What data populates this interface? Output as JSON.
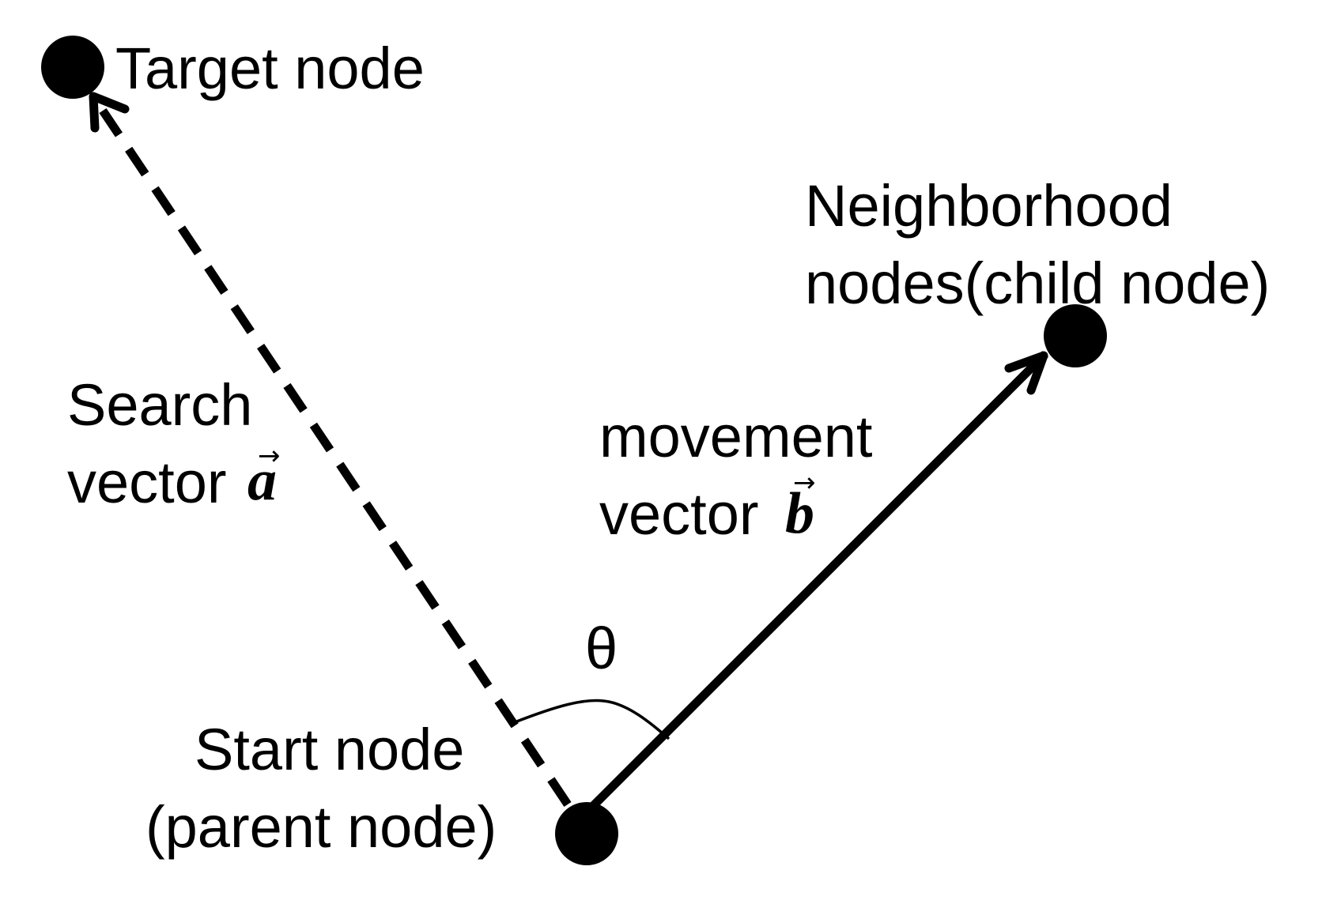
{
  "diagram": {
    "target": {
      "label": "Target node"
    },
    "neighbor": {
      "line1": "Neighborhood",
      "line2": "nodes(child node)"
    },
    "start": {
      "line1": "Start node",
      "line2": "(parent node)"
    },
    "search": {
      "line1": "Search",
      "line2": "vector",
      "symbol": "a"
    },
    "movement": {
      "line1": "movement",
      "line2": "vector",
      "symbol": "b"
    },
    "angle": {
      "symbol": "θ"
    },
    "vector_arrow": "→",
    "colors": {
      "ink": "#000000",
      "background": "#ffffff"
    }
  }
}
